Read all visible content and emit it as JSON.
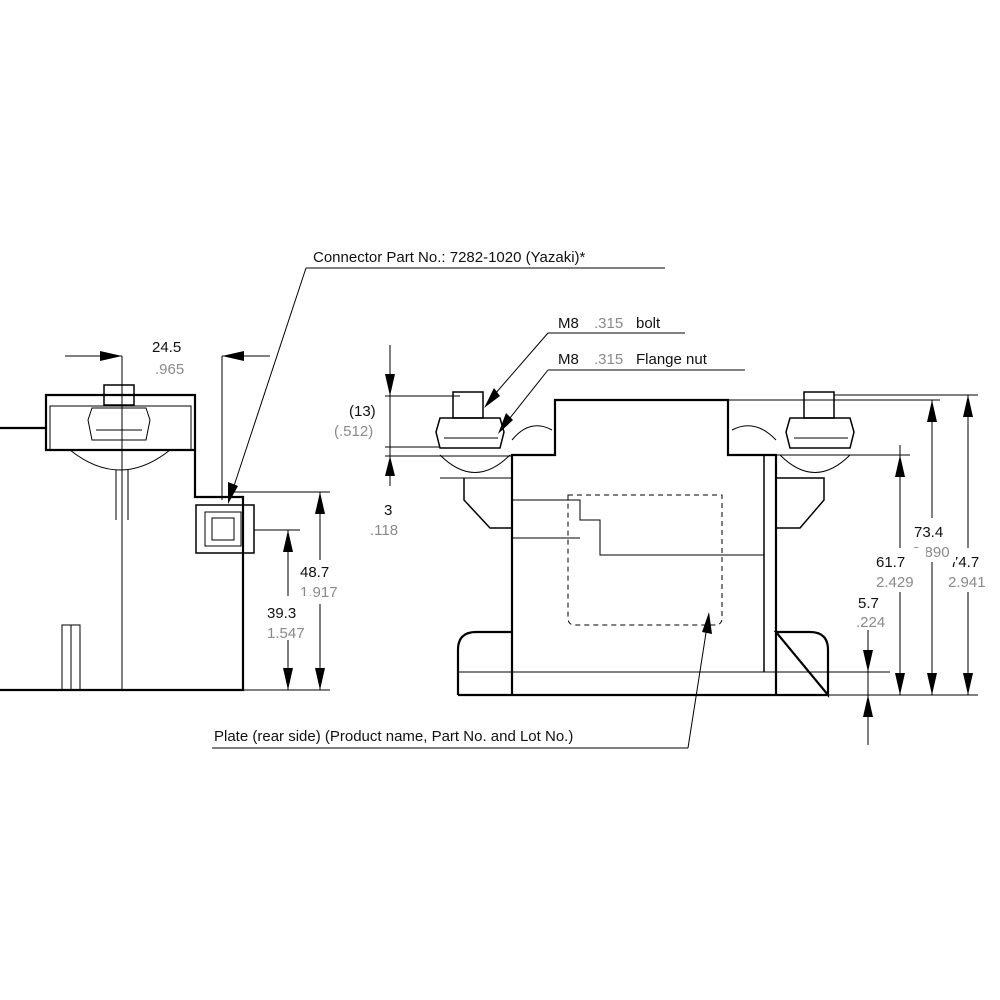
{
  "callouts": {
    "connector": "Connector Part No.: 7282-1020 (Yazaki)*",
    "bolt_prefix": "M8",
    "bolt_inch": ".315",
    "bolt_suffix": "bolt",
    "nut_prefix": "M8",
    "nut_inch": ".315",
    "nut_suffix": "Flange nut",
    "plate": "Plate (rear side) (Product name, Part No. and Lot No.)"
  },
  "dimensions": {
    "d24_5": {
      "mm": "24.5",
      "inch": ".965"
    },
    "d48_7": {
      "mm": "48.7",
      "inch": "1.917"
    },
    "d39_3": {
      "mm": "39.3",
      "inch": "1.547"
    },
    "d13": {
      "mm": "(13)",
      "inch": "(.512)"
    },
    "d3": {
      "mm": "3",
      "inch": ".118"
    },
    "d73_4": {
      "mm": "73.4",
      "inch": "2.890"
    },
    "d61_7": {
      "mm": "61.7",
      "inch": "2.429"
    },
    "d74_7": {
      "mm": "74.7",
      "inch": "2.941"
    },
    "d5_7": {
      "mm": "5.7",
      "inch": ".224"
    }
  },
  "colors": {
    "line": "#000000",
    "inch_text": "#8a8a8a"
  }
}
